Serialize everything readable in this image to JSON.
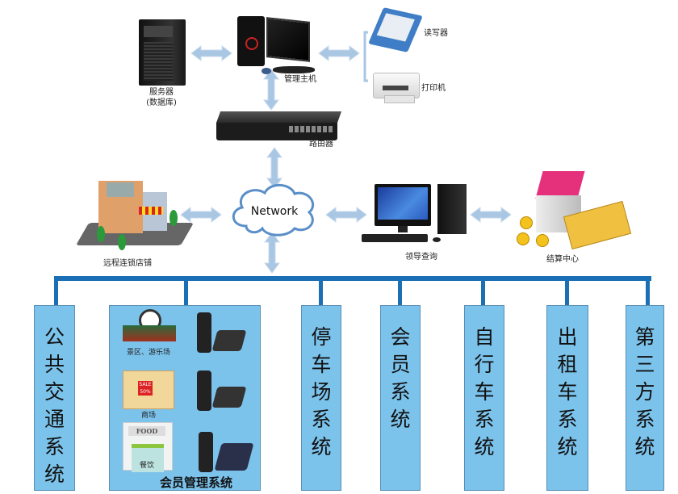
{
  "top": {
    "server_label": "服务器",
    "server_sublabel": "(数据库)",
    "host_label": "管理主机",
    "reader_label": "读写器",
    "printer_label": "打印机",
    "router_label": "路由器"
  },
  "middle": {
    "network_label": "Network",
    "shop_label": "远程连锁店铺",
    "leader_label": "领导查询",
    "settlement_label": "结算中心"
  },
  "systems": {
    "public_transport": "公共交通系统",
    "parking": "停车场系统",
    "member": "会员系统",
    "bicycle": "自行车系统",
    "taxi": "出租车系统",
    "third_party": "第三方系统"
  },
  "member_mgmt": {
    "title": "会员管理系统",
    "scenic_label": "景区、游乐场",
    "mall_label": "商场",
    "food_sign": "FOOD",
    "dining_label": "餐饮",
    "sale_sign": "SALE 50%"
  },
  "colors": {
    "bus": "#1a6fb5",
    "box": "#7cc3ec",
    "arrow": "#a9c6e3"
  }
}
